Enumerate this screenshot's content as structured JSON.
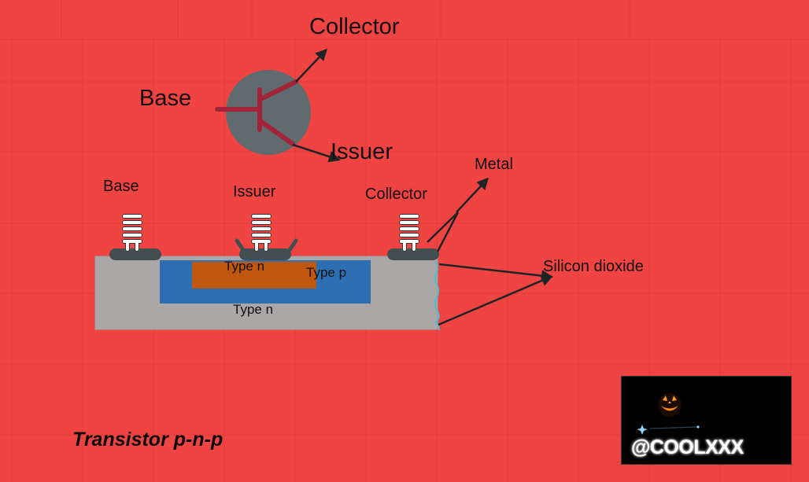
{
  "symbol": {
    "collector_label": "Collector",
    "base_label": "Base",
    "emitter_label": "Issuer"
  },
  "cross_section": {
    "base_label": "Base",
    "emitter_label": "Issuer",
    "collector_label": "Collector",
    "metal_label": "Metal",
    "oxide_label": "Silicon dioxide",
    "region_n_top": "Type n",
    "region_p": "Type p",
    "region_n_bottom": "Type n"
  },
  "caption": "Transistor p-n-p",
  "watermark": "@COOLXXX",
  "colors": {
    "background": "#f04442",
    "symbol_circle": "#5f6b6c",
    "symbol_leads": "#a3243a",
    "substrate": "#aba7a6",
    "p_region": "#2d6fb2",
    "n_region": "#c0570f",
    "contact_pad": "#434e50",
    "oxide_edge": "#4bbfcf"
  }
}
